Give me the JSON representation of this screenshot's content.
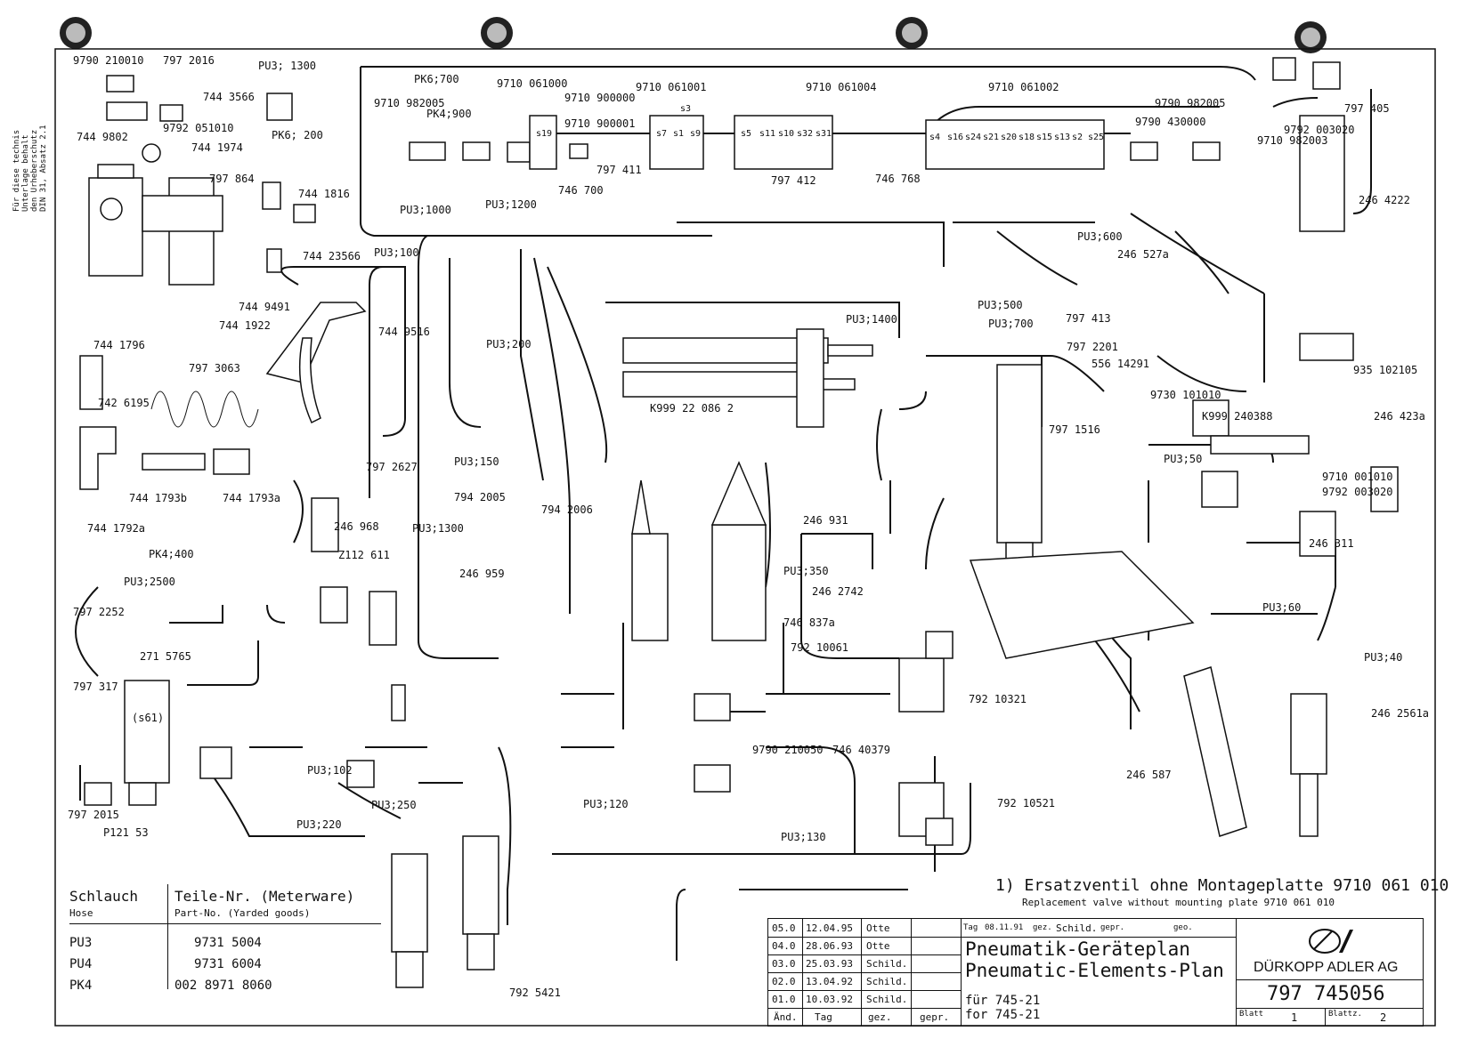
{
  "sidenote": [
    "Für diese technis",
    "Unterlage behalt",
    "den Urheberschutz",
    "DIN 31, Absatz 2.1"
  ],
  "parts": [
    "9790 210010",
    "797 2016",
    "PU3; 1300",
    "744 3566",
    "744 9802",
    "9792 051010",
    "PK6; 200",
    "744 1974",
    "797 864",
    "744 1816",
    "744 23566",
    "744 9491",
    "744 1922",
    "744 9516",
    "744 1796",
    "797 3063",
    "742 6195",
    "744 1793b",
    "744 1793a",
    "744 1792a",
    "PK6;700",
    "9710 982005",
    "PK4;900",
    "9710 061000",
    "9710 900000",
    "9710 900001",
    "9710 061001",
    "9710 061004",
    "9710 061002",
    "9790 982005",
    "9790 430000",
    "797 411",
    "746 700",
    "797 412",
    "746 768",
    "PU3;1000",
    "PU3;1200",
    "PU3;100",
    "PU3;600",
    "246 527a",
    "797 413",
    "PU3;500",
    "PU3;700",
    "797 2201",
    "556 14291",
    "9792 003020",
    "9710 982003",
    "797 405",
    "246 4222",
    "935 102105",
    "K999 22 086 2",
    "PU3;1400",
    "PU3;200",
    "PU3;150",
    "794 2005",
    "794 2006",
    "246 959",
    "797 2627",
    "246 968",
    "Z112 611",
    "PU3;2500",
    "PK4;400",
    "797 2252",
    "271 5765",
    "797 317",
    "746 837a",
    "792 10061",
    "792 10321",
    "797 1516",
    "246 931",
    "246 2742",
    "PU3;350",
    "PU3;1300",
    "PU3;60",
    "PU3;120",
    "PU3;40",
    "PU3;50",
    "246 311",
    "246 423a",
    "K999 240388",
    "9710 001010",
    "9792 003020",
    "246 2561a",
    "246 587",
    "797 2015",
    "P121 53",
    "792 5421",
    "9790 210050",
    "746 40379",
    "792 10521",
    "PU3;130",
    "PU3;250",
    "PU3;220",
    "PU3;102",
    "(s61)",
    "9730 101010"
  ],
  "valve_labels": [
    "s19",
    "s3",
    "s7",
    "s1",
    "s9",
    "s5",
    "s11",
    "s10",
    "s32",
    "s31",
    "s4",
    "s16",
    "s24",
    "s21",
    "s20",
    "s18",
    "s15",
    "s13",
    "s2",
    "s25"
  ],
  "footnote": {
    "line1": "1) Ersatzventil ohne Montageplatte 9710 061 010",
    "line2": "Replacement valve without mounting plate 9710 061 010"
  },
  "hose_table": {
    "header_hose_de": "Schlauch",
    "header_hose_en": "Hose",
    "header_part_de": "Teile-Nr. (Meterware)",
    "header_part_en": "Part-No. (Yarded goods)",
    "rows": [
      {
        "hose": "PU3",
        "part": "9731 5004"
      },
      {
        "hose": "PU4",
        "part": "9731 6004"
      },
      {
        "hose": "PK4",
        "part": "002 8971 8060"
      }
    ]
  },
  "revisions": [
    {
      "rev": "05.0",
      "date": "12.04.95",
      "name": "Otte"
    },
    {
      "rev": "04.0",
      "date": "28.06.93",
      "name": "Otte"
    },
    {
      "rev": "03.0",
      "date": "25.03.93",
      "name": "Schild."
    },
    {
      "rev": "02.0",
      "date": "13.04.92",
      "name": "Schild."
    },
    {
      "rev": "01.0",
      "date": "10.03.92",
      "name": "Schild."
    }
  ],
  "rev_footer": {
    "change": "Änd.",
    "day": "Tag",
    "drawn": "gez.",
    "checked": "gepr."
  },
  "title_block": {
    "tag_label": "Tag",
    "tag_value": "08.11.91",
    "gez_label": "gez.",
    "gez_value": "Schild.",
    "gepr_label": "gepr.",
    "geo_label": "geo.",
    "title_de": "Pneumatik-Geräteplan",
    "title_en": "Pneumatic-Elements-Plan",
    "for_de": "für 745-21",
    "for_en": "for 745-21",
    "company": "DÜRKOPP ADLER AG",
    "drawing_no": "797 745056",
    "sheet_label": "Blatt",
    "sheet_value": "1",
    "sheets_label": "Blattz.",
    "sheets_value": "2"
  }
}
